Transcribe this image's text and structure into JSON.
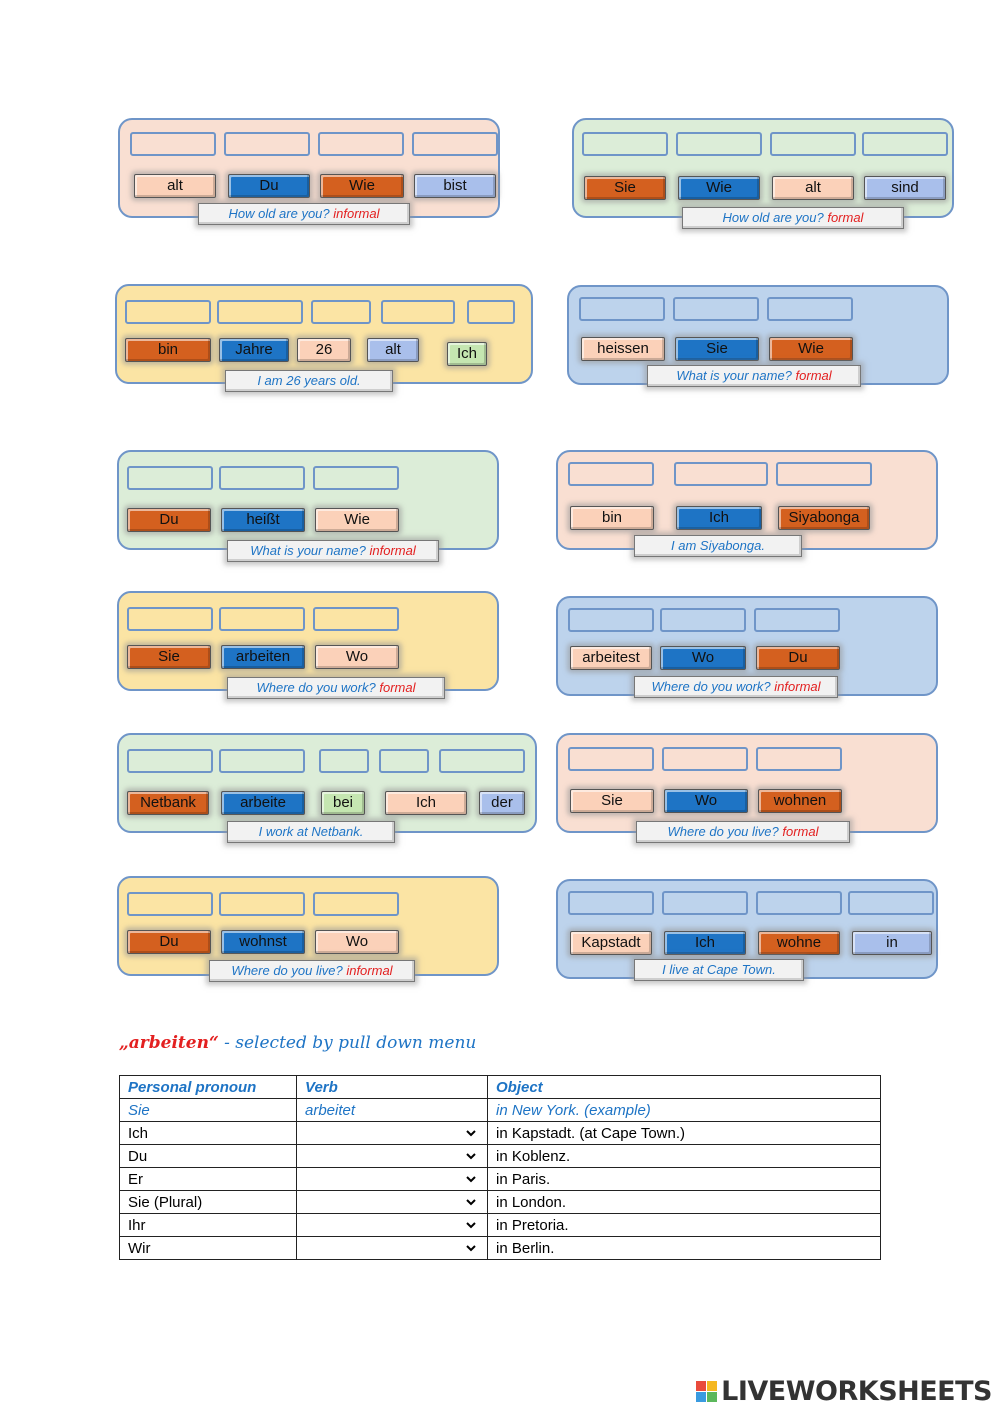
{
  "exercises": [
    {
      "id": "ex1",
      "words": [
        "alt",
        "Du",
        "Wie",
        "bist"
      ],
      "hint": "How old are you?",
      "register": "informal"
    },
    {
      "id": "ex2",
      "words": [
        "Sie",
        "Wie",
        "alt",
        "sind"
      ],
      "hint": "How old are you?",
      "register": "formal"
    },
    {
      "id": "ex3",
      "words": [
        "bin",
        "Jahre",
        "26",
        "alt",
        "Ich"
      ],
      "hint": "I am 26 years old.",
      "register": ""
    },
    {
      "id": "ex4",
      "words": [
        "heissen",
        "Sie",
        "Wie"
      ],
      "hint": "What is your name?",
      "register": "formal"
    },
    {
      "id": "ex5",
      "words": [
        "Du",
        "heißt",
        "Wie"
      ],
      "hint": "What is your name?",
      "register": "informal"
    },
    {
      "id": "ex6",
      "words": [
        "bin",
        "Ich",
        "Siyabonga"
      ],
      "hint": "I am Siyabonga.",
      "register": ""
    },
    {
      "id": "ex7",
      "words": [
        "Sie",
        "arbeiten",
        "Wo"
      ],
      "hint": "Where do you work?",
      "register": "formal"
    },
    {
      "id": "ex8",
      "words": [
        "arbeitest",
        "Wo",
        "Du"
      ],
      "hint": "Where do you work?",
      "register": "informal"
    },
    {
      "id": "ex9",
      "words": [
        "Netbank",
        "arbeite",
        "bei",
        "Ich",
        "der"
      ],
      "hint": "I work at Netbank.",
      "register": ""
    },
    {
      "id": "ex10",
      "words": [
        "Sie",
        "Wo",
        "wohnen"
      ],
      "hint": "Where do you live?",
      "register": "formal"
    },
    {
      "id": "ex11",
      "words": [
        "Du",
        "wohnst",
        "Wo"
      ],
      "hint": "Where do you live?",
      "register": "informal"
    },
    {
      "id": "ex12",
      "words": [
        "Kapstadt",
        "Ich",
        "wohne",
        "in"
      ],
      "hint": "I live at Cape Town.",
      "register": ""
    }
  ],
  "section": {
    "keyword": "„arbeiten“",
    "description": " - selected by pull down menu"
  },
  "table": {
    "headers": [
      "Personal pronoun",
      "Verb",
      "Object"
    ],
    "rows": [
      [
        "Sie",
        "arbeitet",
        "in New York. (example)"
      ],
      [
        "Ich",
        "",
        "in Kapstadt. (at Cape Town.)"
      ],
      [
        "Du",
        "",
        "in Koblenz."
      ],
      [
        "Er",
        "",
        "in Paris."
      ],
      [
        "Sie (Plural)",
        "",
        "in London."
      ],
      [
        "Ihr",
        "",
        "in Pretoria."
      ],
      [
        "Wir",
        "",
        "in Berlin."
      ]
    ]
  },
  "footer": {
    "brand": "LIVEWORKSHEETS"
  },
  "colors": {
    "accent": "#1e74c5",
    "register": "#e32020",
    "orange": "#d4601f",
    "panel_border": "#6f95c8"
  },
  "icons": {
    "brand_logo": "liveworksheets-logo-icon"
  }
}
